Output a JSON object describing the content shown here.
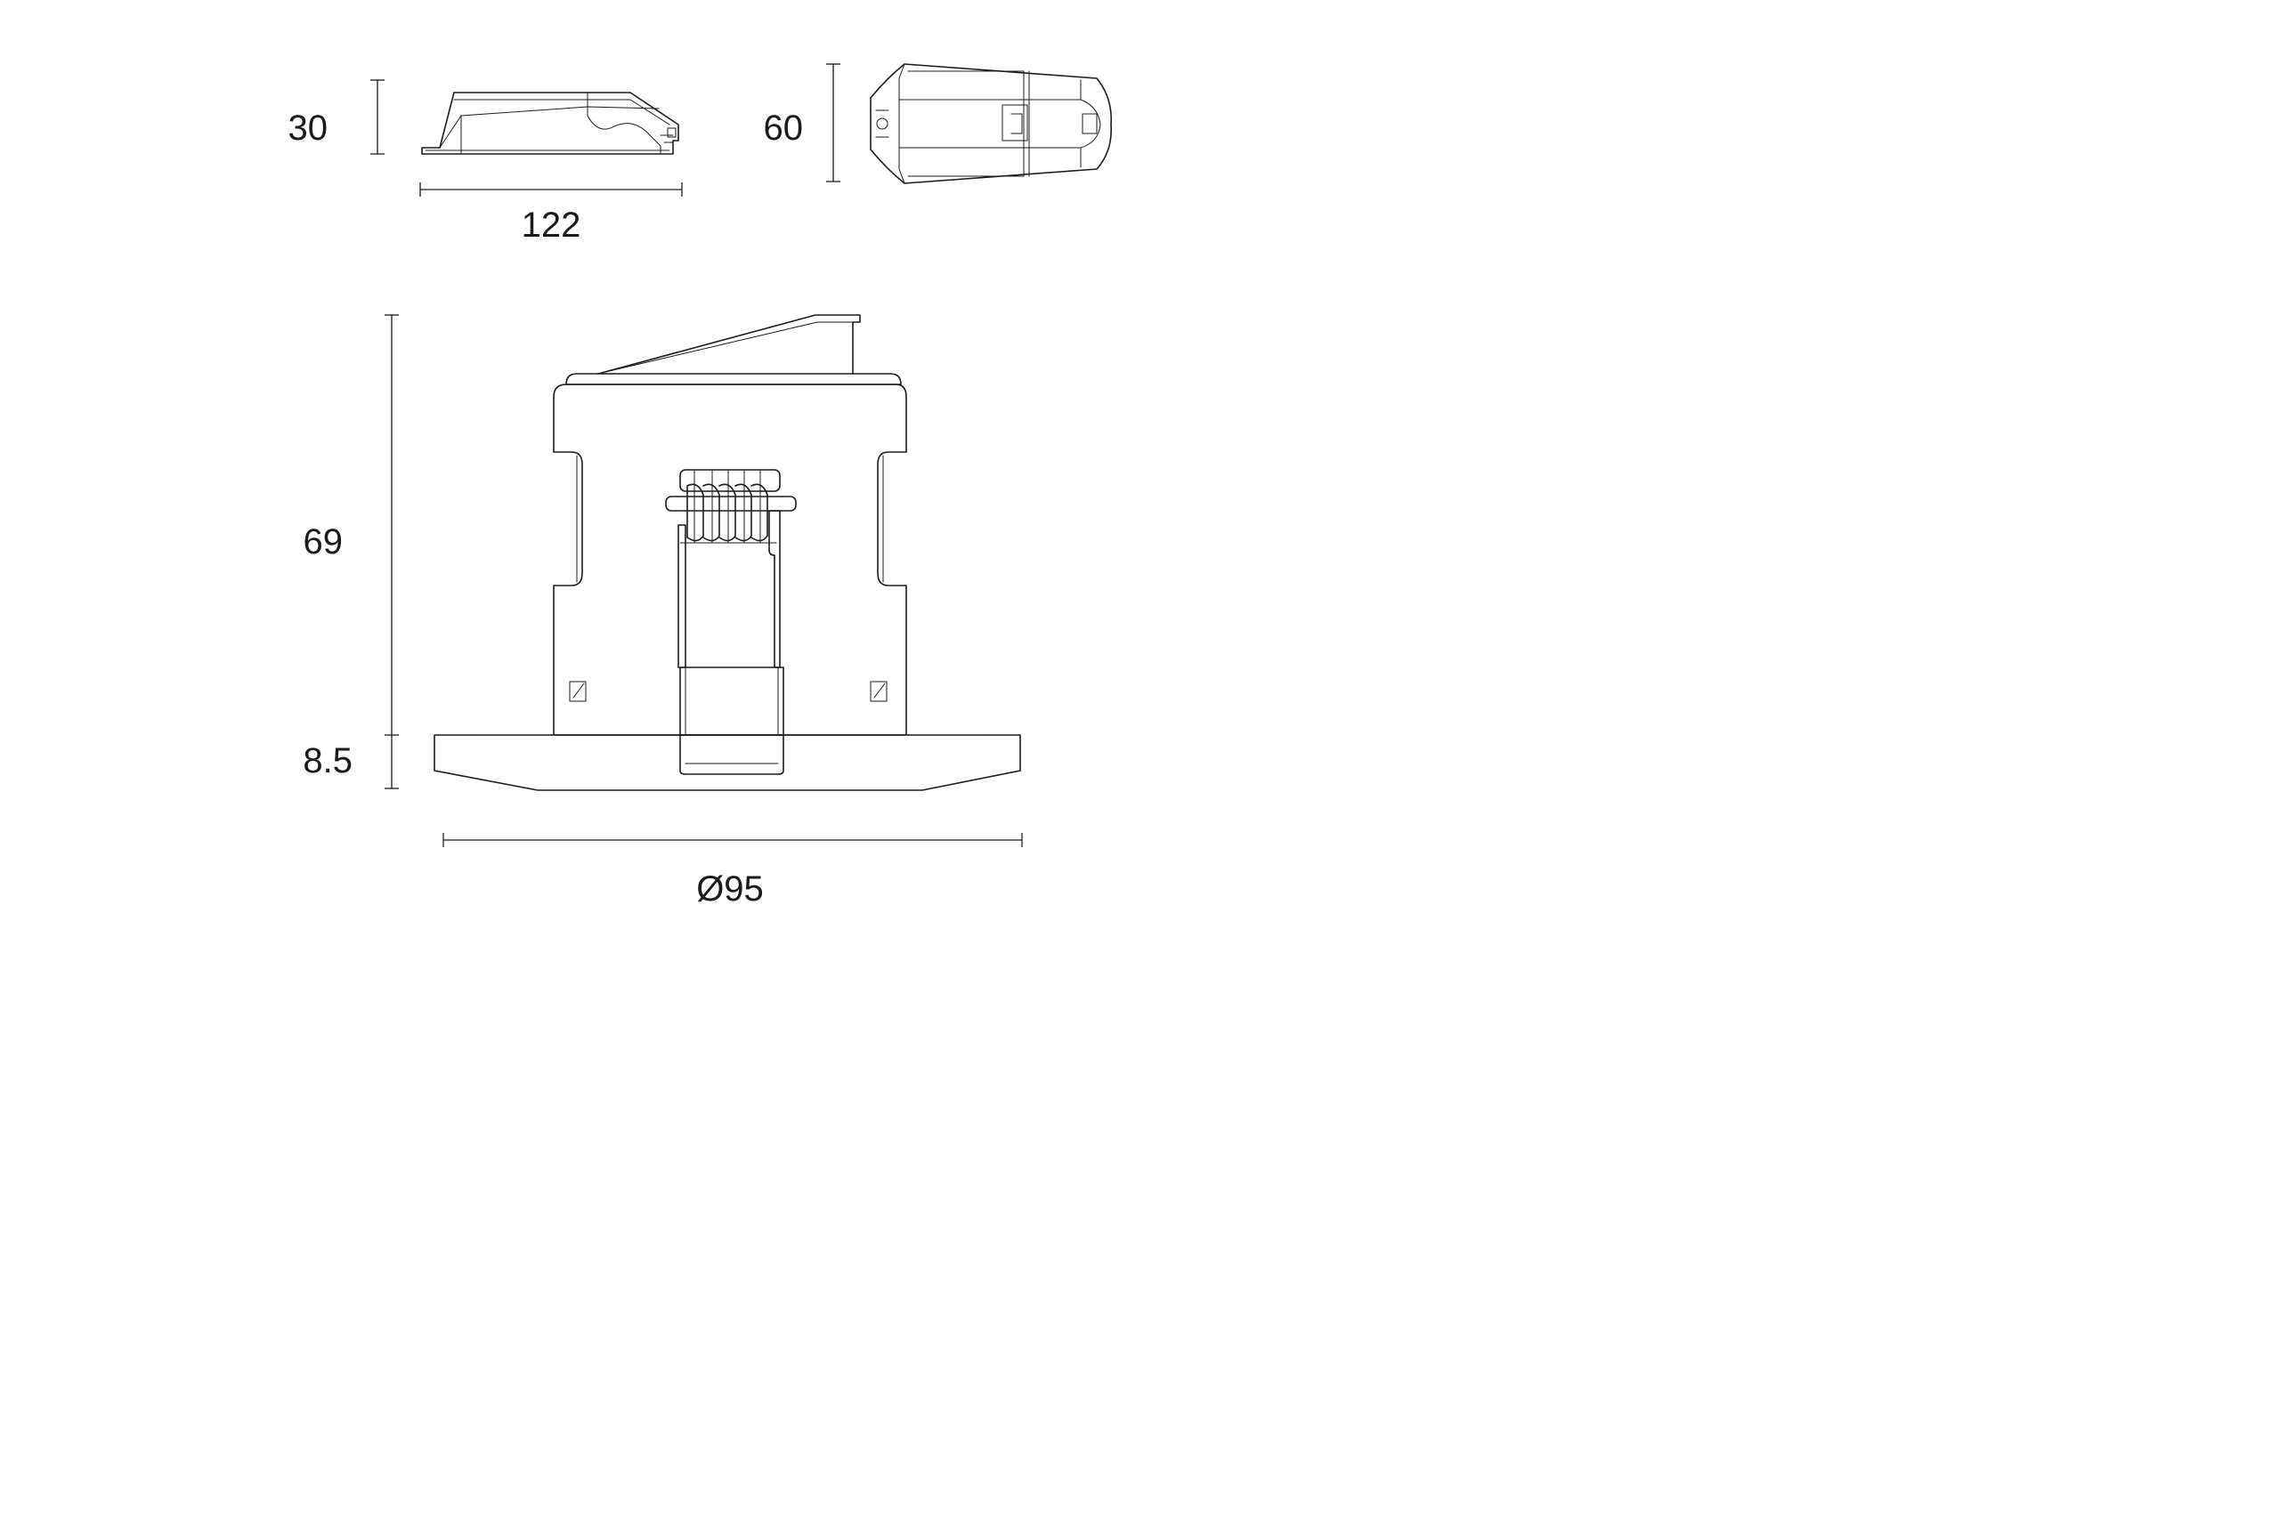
{
  "dimensions": {
    "side_height": "30",
    "side_length": "122",
    "top_width": "60",
    "fixture_height": "69",
    "bezel_height": "8.5",
    "diameter": "Ø95"
  }
}
